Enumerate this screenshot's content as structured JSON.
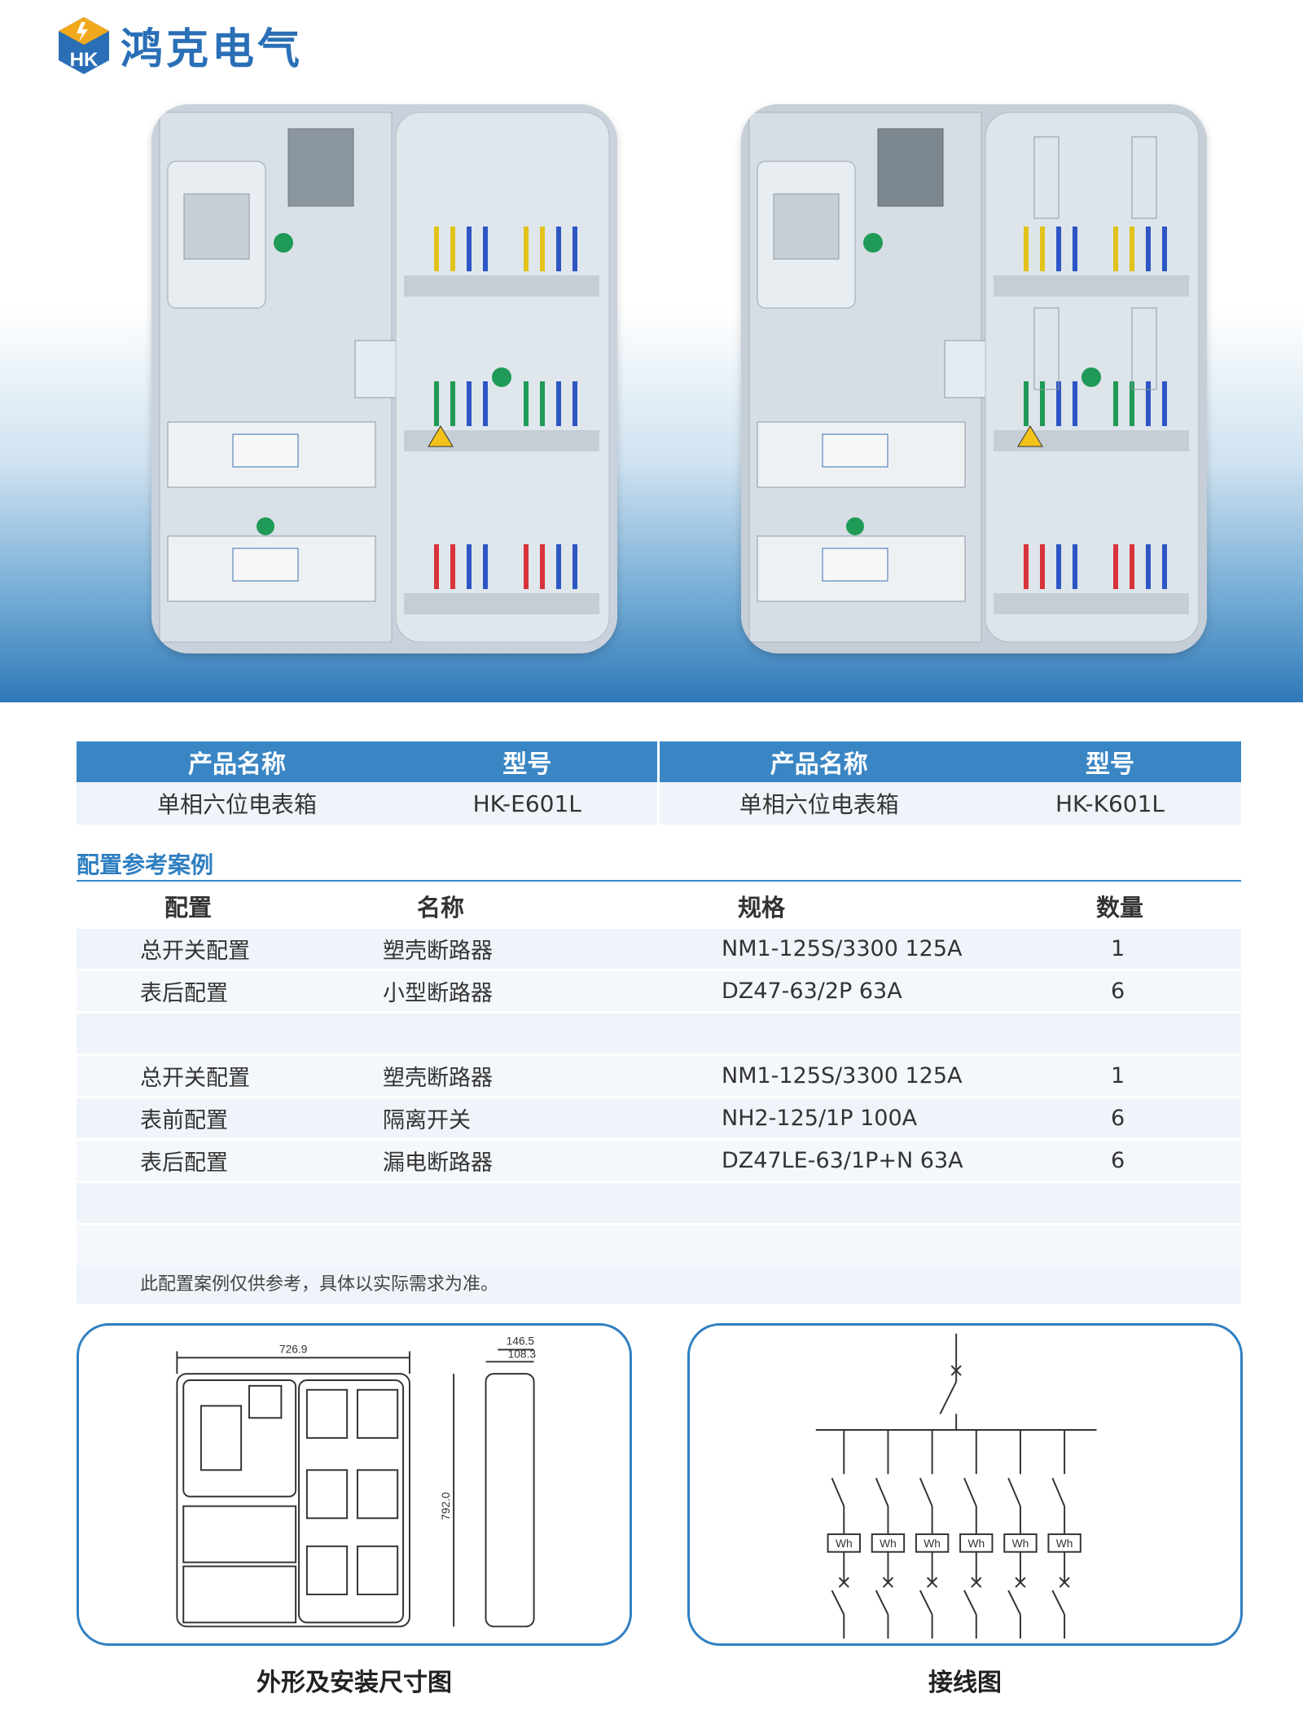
{
  "brand": {
    "name": "鸿克电气",
    "logo_letters": "HK"
  },
  "product_table": {
    "headers": [
      "产品名称",
      "型号",
      "产品名称",
      "型号"
    ],
    "row": [
      "单相六位电表箱",
      "HK-E601L",
      "单相六位电表箱",
      "HK-K601L"
    ]
  },
  "config": {
    "title": "配置参考案例",
    "headers": [
      "配置",
      "名称",
      "规格",
      "数量"
    ],
    "rows": [
      [
        "总开关配置",
        "塑壳断路器",
        "NM1-125S/3300 125A",
        "1"
      ],
      [
        "表后配置",
        "小型断路器",
        "DZ47-63/2P 63A",
        "6"
      ],
      [
        "",
        "",
        "",
        ""
      ],
      [
        "总开关配置",
        "塑壳断路器",
        "NM1-125S/3300 125A",
        "1"
      ],
      [
        "表前配置",
        "隔离开关",
        "NH2-125/1P 100A",
        "6"
      ],
      [
        "表后配置",
        "漏电断路器",
        "DZ47LE-63/1P+N 63A",
        "6"
      ],
      [
        "",
        "",
        "",
        ""
      ],
      [
        "",
        "",
        "",
        ""
      ]
    ],
    "note": "此配置案例仅供参考，具体以实际需求为准。"
  },
  "dimension_drawing": {
    "caption": "外形及安装尺寸图",
    "dims": {
      "width": "726.9",
      "height": "792.0",
      "depth_outer": "146.5",
      "depth_inner": "108.3"
    }
  },
  "wiring_diagram": {
    "caption": "接线图",
    "meter_label": "Wh"
  },
  "colors": {
    "accent": "#3a86c4",
    "row_bg": "#eef4fa",
    "brand": "#2a6fb6"
  }
}
